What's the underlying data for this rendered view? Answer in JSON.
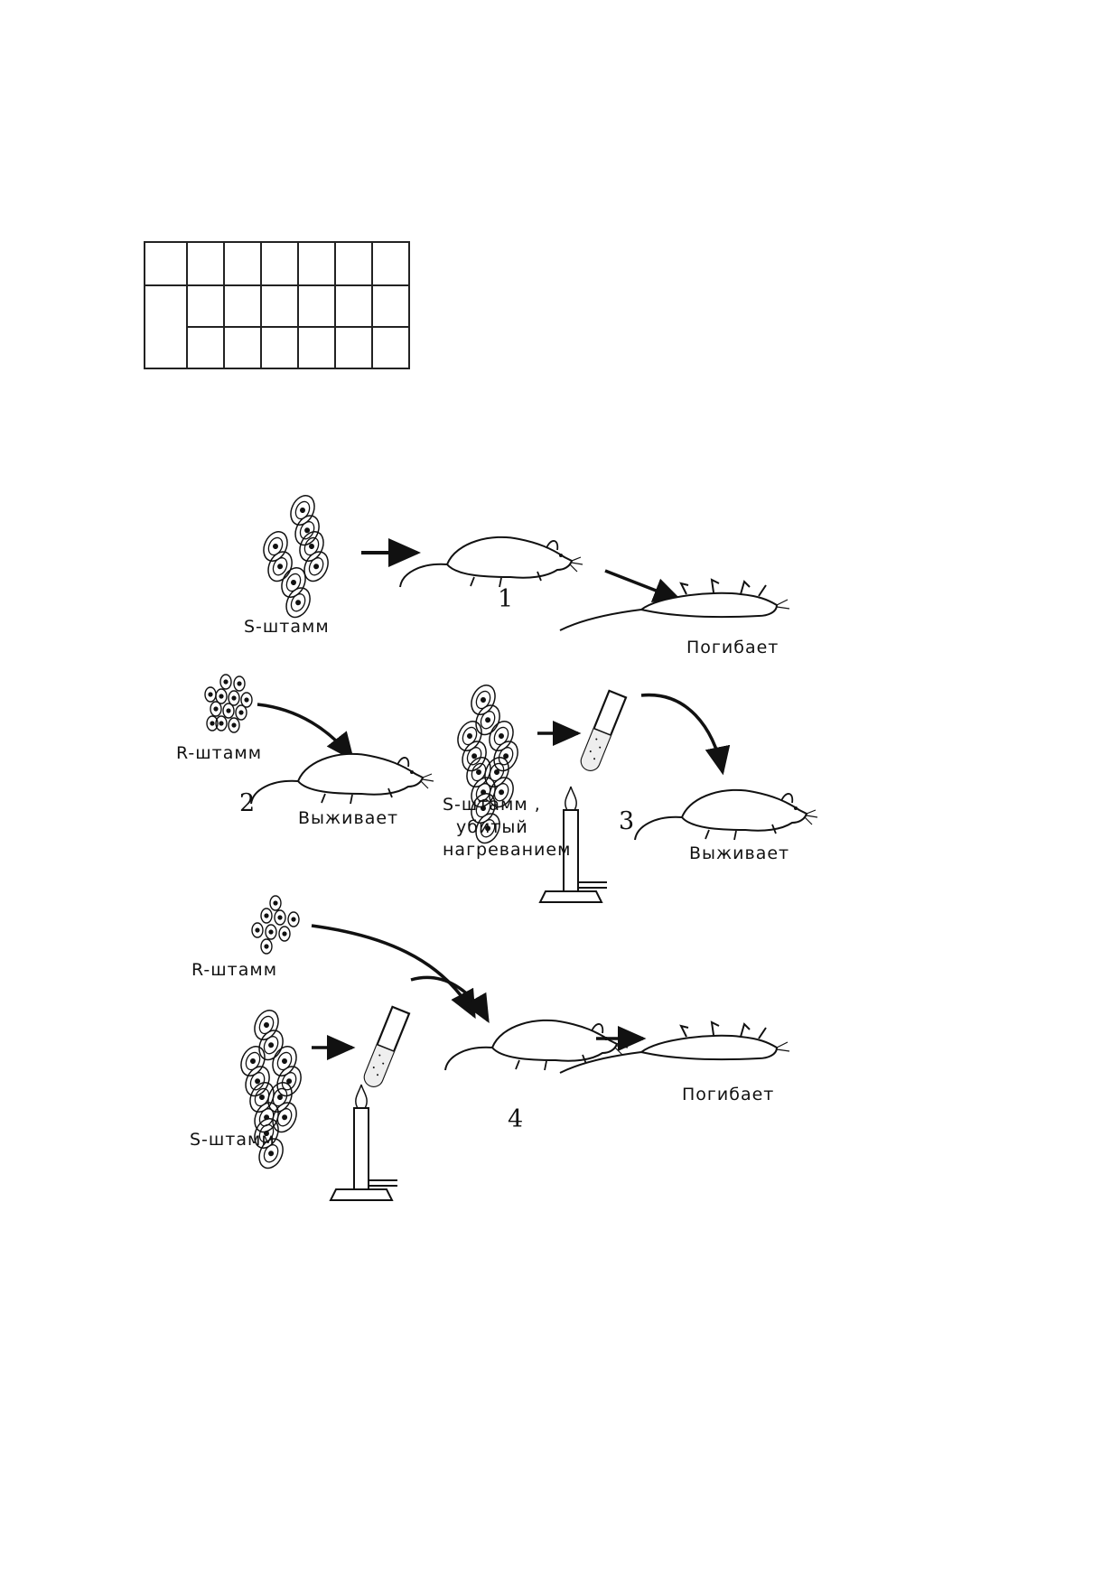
{
  "labels": {
    "s_strain": "S-штамм",
    "r_strain": "R-штамм",
    "s_killed_line1": "S-штамм ,",
    "s_killed_line2": "убитый",
    "s_killed_line3": "нагреванием",
    "dies": "Погибает",
    "survives": "Выживает"
  },
  "experiments": [
    "1",
    "2",
    "3",
    "4"
  ],
  "icons": [
    "bacteria-cluster-icon",
    "mouse-icon",
    "dead-mouse-icon",
    "test-tube-icon",
    "burner-icon",
    "arrow-icon"
  ]
}
